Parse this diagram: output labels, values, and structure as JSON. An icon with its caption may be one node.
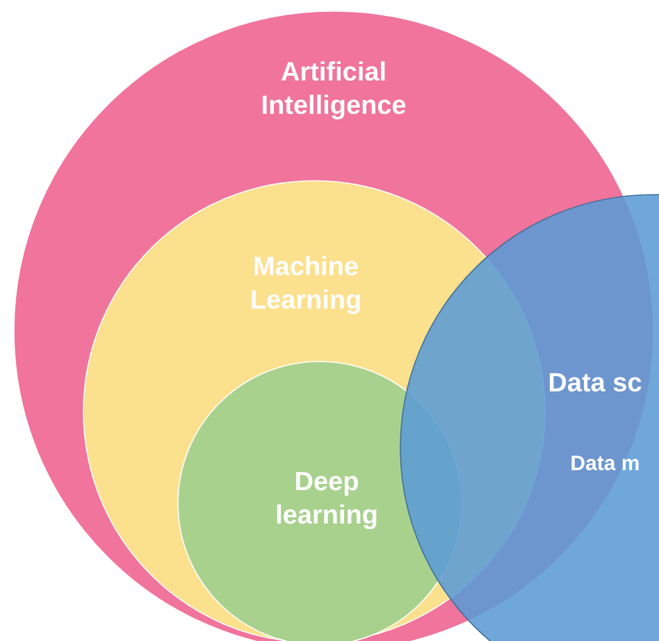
{
  "diagram": {
    "nodes": [
      {
        "text": [
          "Artificial Intelligence"
        ]
      },
      {
        "text": [
          "Machine Learning"
        ],
        "in": 0
      },
      {
        "text": [
          "Deep learning"
        ],
        "in": 1
      },
      {
        "text": [
          "Data sc",
          "Data m"
        ]
      }
    ]
  }
}
